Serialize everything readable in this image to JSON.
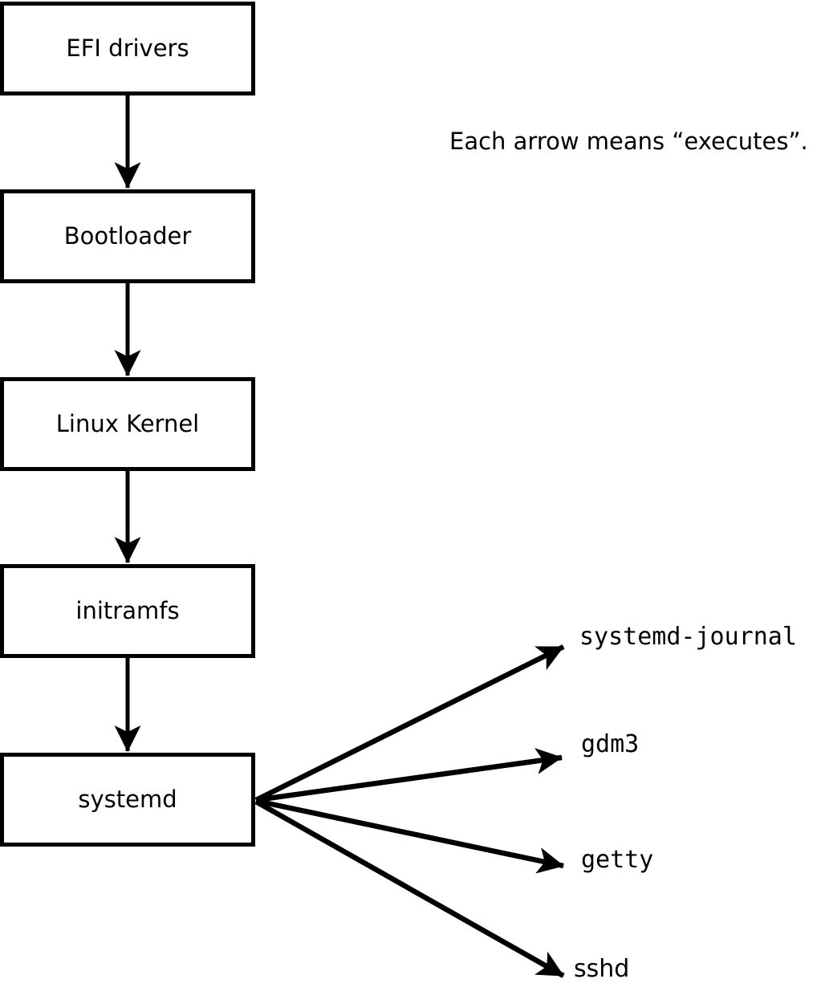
{
  "diagram": {
    "note": "Each arrow means “executes”.",
    "boot_chain": [
      {
        "label": "EFI drivers"
      },
      {
        "label": "Bootloader"
      },
      {
        "label": "Linux Kernel"
      },
      {
        "label": "initramfs"
      },
      {
        "label": "systemd"
      }
    ],
    "spawned_processes": [
      {
        "label": "systemd-journal"
      },
      {
        "label": "gdm3"
      },
      {
        "label": "getty"
      },
      {
        "label": "sshd"
      }
    ],
    "colors": {
      "ink": "#000000",
      "background": "#ffffff",
      "box_fill": "#ffffff"
    }
  }
}
